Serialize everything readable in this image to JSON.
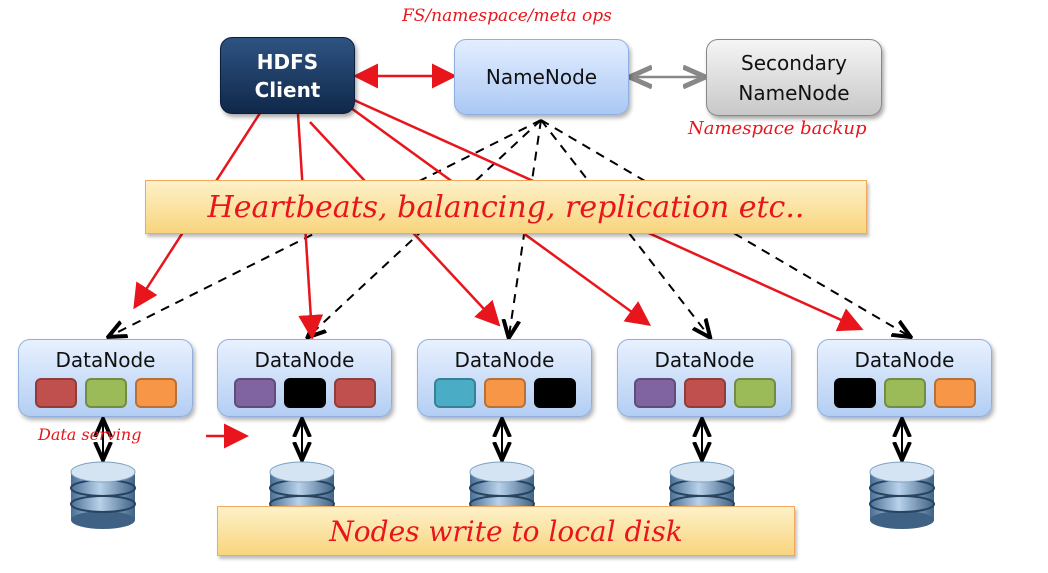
{
  "nodes": {
    "client": {
      "line1": "HDFS",
      "line2": "Client"
    },
    "namenode": {
      "label": "NameNode"
    },
    "secondary": {
      "line1": "Secondary",
      "line2": "NameNode"
    }
  },
  "annotations": {
    "meta_ops": "FS/namespace/meta ops",
    "namespace_backup": "Namespace backup",
    "data_serving": "Data serving",
    "heartbeats": "Heartbeats, balancing, replication etc..",
    "local_disk": "Nodes write to local disk"
  },
  "colors": {
    "red": "#e8151c",
    "purple": "#8064a2",
    "green": "#9bbb59",
    "orange": "#f79646",
    "black": "#000000",
    "teal": "#4bacc6",
    "brick": "#c0504d"
  },
  "datanodes": [
    {
      "label": "DataNode",
      "blocks": [
        "brick",
        "green",
        "orange"
      ]
    },
    {
      "label": "DataNode",
      "blocks": [
        "purple",
        "black",
        "brick"
      ]
    },
    {
      "label": "DataNode",
      "blocks": [
        "teal",
        "orange",
        "black"
      ]
    },
    {
      "label": "DataNode",
      "blocks": [
        "purple",
        "brick",
        "green"
      ]
    },
    {
      "label": "DataNode",
      "blocks": [
        "black",
        "green",
        "orange"
      ]
    }
  ]
}
